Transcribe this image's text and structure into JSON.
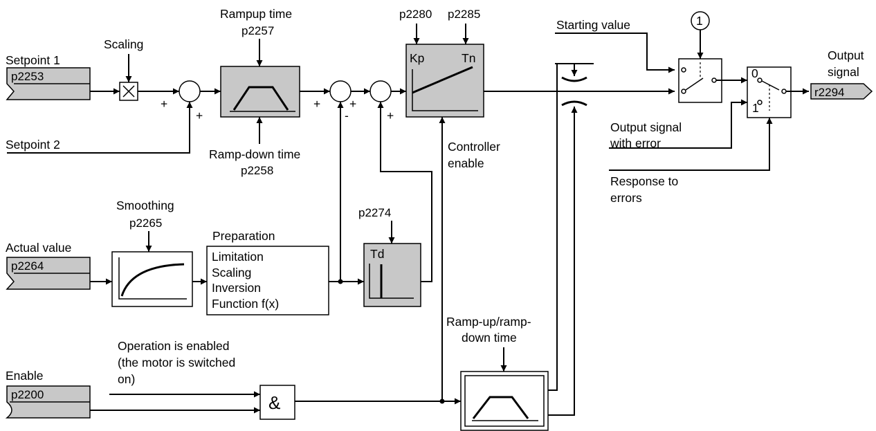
{
  "labels": {
    "setpoint1": "Setpoint 1",
    "setpoint2": "Setpoint 2",
    "scaling": "Scaling",
    "rampup_time": "Rampup time",
    "rampup_param": "p2257",
    "rampdown_time": "Ramp-down time",
    "rampdown_param": "p2258",
    "kp_param": "p2280",
    "tn_param": "p2285",
    "kp": "Kp",
    "tn": "Tn",
    "controller_enable_1": "Controller",
    "controller_enable_2": "enable",
    "starting_value": "Starting value",
    "circle_num": "1",
    "output_signal_1": "Output",
    "output_signal_2": "signal",
    "output_param": "r2294",
    "output_err_1": "Output signal",
    "output_err_2": "with error",
    "response_1": "Response to",
    "response_2": "errors",
    "switch_0": "0",
    "switch_1": "1",
    "smoothing": "Smoothing",
    "smoothing_param": "p2265",
    "preparation": "Preparation",
    "prep_line1": "Limitation",
    "prep_line2": "Scaling",
    "prep_line3": "Inversion",
    "prep_line4": "Function f(x)",
    "td_param": "p2274",
    "td": "Td",
    "actual_value": "Actual value",
    "actual_param": "p2264",
    "setpoint1_param": "p2253",
    "enable": "Enable",
    "enable_param": "p2200",
    "op_enabled_1": "Operation is enabled",
    "op_enabled_2": "(the motor is switched",
    "op_enabled_3": "on)",
    "and_gate": "&",
    "ramp2_1": "Ramp-up/ramp-",
    "ramp2_2": "down time",
    "sign_plus": "+",
    "sign_minus": "-"
  }
}
